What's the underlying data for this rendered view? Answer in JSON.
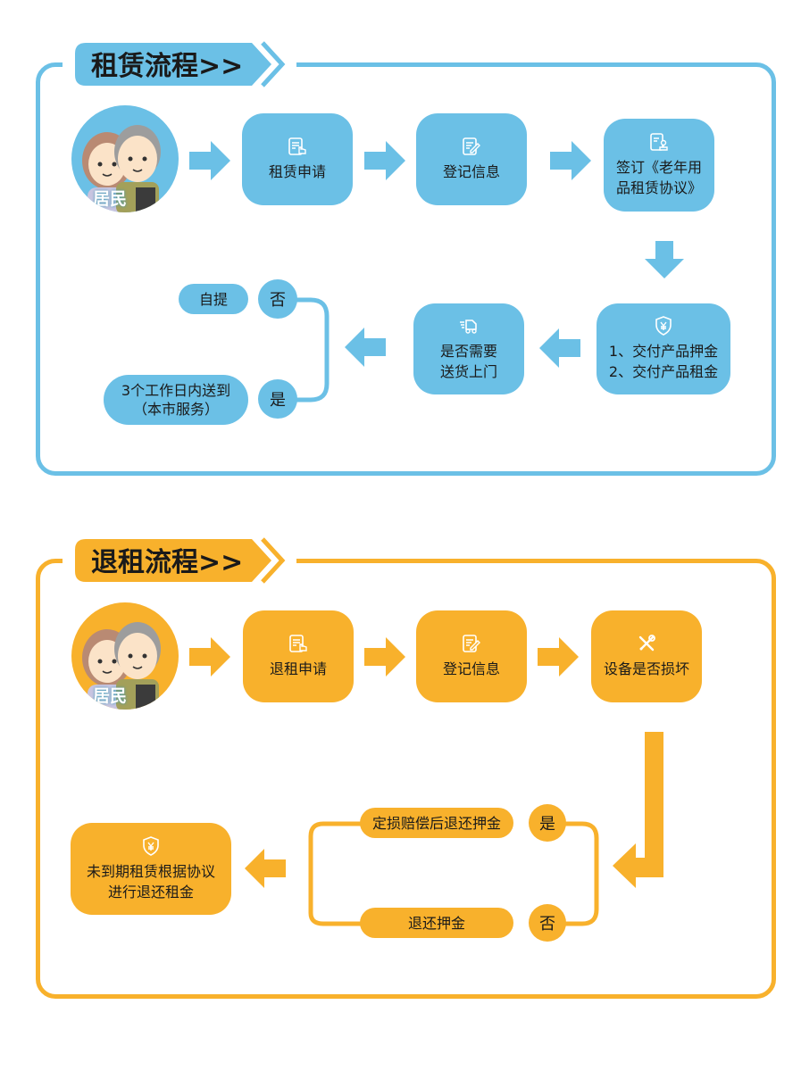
{
  "colors": {
    "blue": "#6bc0e6",
    "orange": "#f8b12c",
    "text": "#1a1a1a",
    "white": "#ffffff"
  },
  "rental": {
    "title": "租赁流程>>",
    "resident_badge": "居民",
    "steps": [
      {
        "label": "租赁申请",
        "icon": "form-hand-icon"
      },
      {
        "label": "登记信息",
        "icon": "form-edit-icon"
      },
      {
        "label": "签订《老年用品租赁协议》",
        "line1": "签订《老年用",
        "line2": "品租赁协议》",
        "icon": "contract-stamp-icon"
      },
      {
        "label": "1、交付产品押金 2、交付产品租金",
        "line1": "1、交付产品押金",
        "line2": "2、交付产品租金",
        "icon": "shield-yen-icon"
      },
      {
        "label": "是否需要送货上门",
        "line1": "是否需要",
        "line2": "送货上门",
        "icon": "delivery-truck-icon"
      }
    ],
    "decision": {
      "no_label": "否",
      "no_result": "自提",
      "yes_label": "是",
      "yes_result_line1": "3个工作日内送到",
      "yes_result_line2": "（本市服务）"
    }
  },
  "return": {
    "title": "退租流程>>",
    "resident_badge": "居民",
    "steps": [
      {
        "label": "退租申请",
        "icon": "form-hand-icon"
      },
      {
        "label": "登记信息",
        "icon": "form-edit-icon"
      },
      {
        "label": "设备是否损坏",
        "icon": "tools-icon"
      }
    ],
    "decision": {
      "yes_label": "是",
      "yes_result": "定损赔偿后退还押金",
      "no_label": "否",
      "no_result": "退还押金"
    },
    "final": {
      "line1": "未到期租赁根据协议",
      "line2": "进行退还租金",
      "icon": "shield-yen-icon"
    }
  }
}
